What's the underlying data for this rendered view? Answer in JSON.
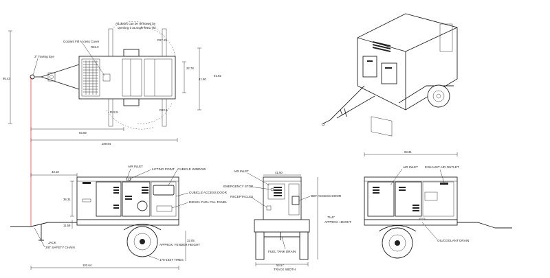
{
  "top_view": {
    "note_doors": [
      "All doors can be removed by",
      "opening it at angle from 70°"
    ],
    "callouts": [
      "Coolant Fill Access Cover",
      "3\" Towing Eye"
    ],
    "dims": [
      "R22.0",
      "R27.25",
      "R22.5",
      "R22.5",
      "22.78",
      "41.60",
      "91.92",
      "95.43",
      "93.69",
      "189.84"
    ]
  },
  "side_view_left": {
    "callouts": [
      "AIR INLET",
      "LIFTING POINT",
      "CUBICLE WINDOW",
      "CUBICLE ACCESS DOOR",
      "DIESEL FUEL FILL PANEL",
      "APPROX. FENDER HEIGHT",
      "JACK",
      "3/8\" SAFETY CHAIN",
      "175-15ST TIRES"
    ],
    "dims": [
      "43.10",
      "36.31",
      "11.59",
      "32.05",
      "102.64"
    ]
  },
  "rear_view": {
    "callouts": [
      "AIR INLET",
      "EMERGENCY STOP",
      "RECEPTACLES",
      "DEF ACCESS DOOR",
      "FUEL TANK DRAIN",
      "APPROX. HEIGHT",
      "TRACK WIDTH"
    ],
    "dims": [
      "41.50",
      "75.47",
      "54.57"
    ]
  },
  "side_view_right": {
    "callouts": [
      "AIR INLET",
      "EXHAUST AIR OUTLET",
      "OIL/COOLANT DRAIN"
    ],
    "dims": [
      "93.31"
    ]
  }
}
